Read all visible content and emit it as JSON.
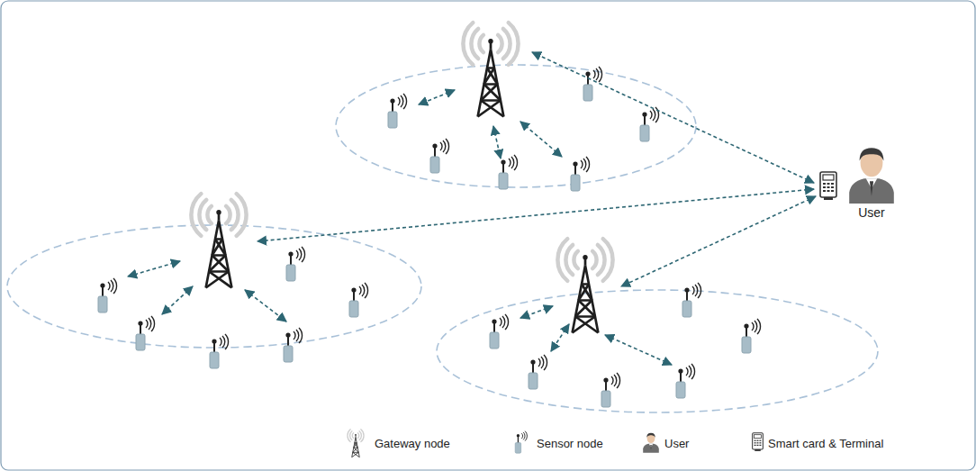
{
  "diagram": {
    "nodes": [
      {
        "text": [
          "User"
        ]
      }
    ],
    "legend": [
      {
        "text": "Gateway node"
      },
      {
        "text": "Sensor node"
      },
      {
        "text": "User"
      },
      {
        "text": "Smart card & Terminal"
      }
    ]
  }
}
